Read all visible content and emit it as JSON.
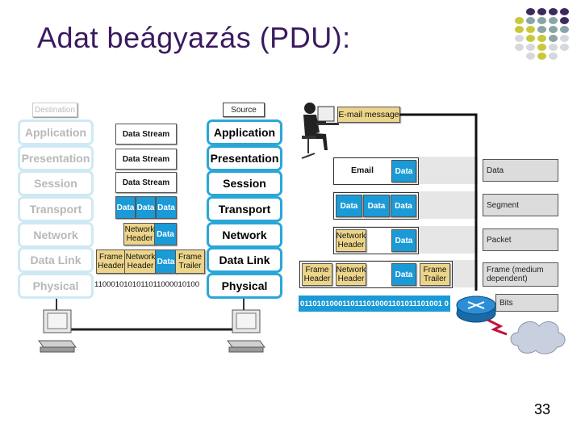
{
  "slide": {
    "title": "Adat beágyazás (PDU):",
    "page_number": "33"
  },
  "left": {
    "destination_label": "Destination",
    "source_label": "Source",
    "layers": [
      "Application",
      "Presentation",
      "Session",
      "Transport",
      "Network",
      "Data Link",
      "Physical"
    ],
    "data_stream": "Data Stream",
    "data": "Data",
    "network_header": "Network Header",
    "frame_header": "Frame Header",
    "frame_trailer": "Frame Trailer",
    "bits": "1100010101011011000010100"
  },
  "right": {
    "email_message": "E-mail message",
    "email": "Email",
    "data": "Data",
    "network_header": "Network Header",
    "frame_header": "Frame Header",
    "frame_trailer": "Frame Trailer",
    "bits": "0110101000110111010001101011101001 0",
    "pdu_labels": [
      "Data",
      "Segment",
      "Packet",
      "Frame (medium dependent)",
      "Bits"
    ]
  },
  "colors": {
    "title": "#3a1a5e",
    "source_border": "#2aa7d8",
    "dest_border": "#cfe9f4",
    "data_blue": "#1a9ad6",
    "header_tan": "#ecd58a",
    "dot_purple": "#3d2a5c",
    "dot_gray": "#8aa4a8",
    "dot_yellow": "#c8c83c",
    "dot_light": "#d6d8dc"
  }
}
